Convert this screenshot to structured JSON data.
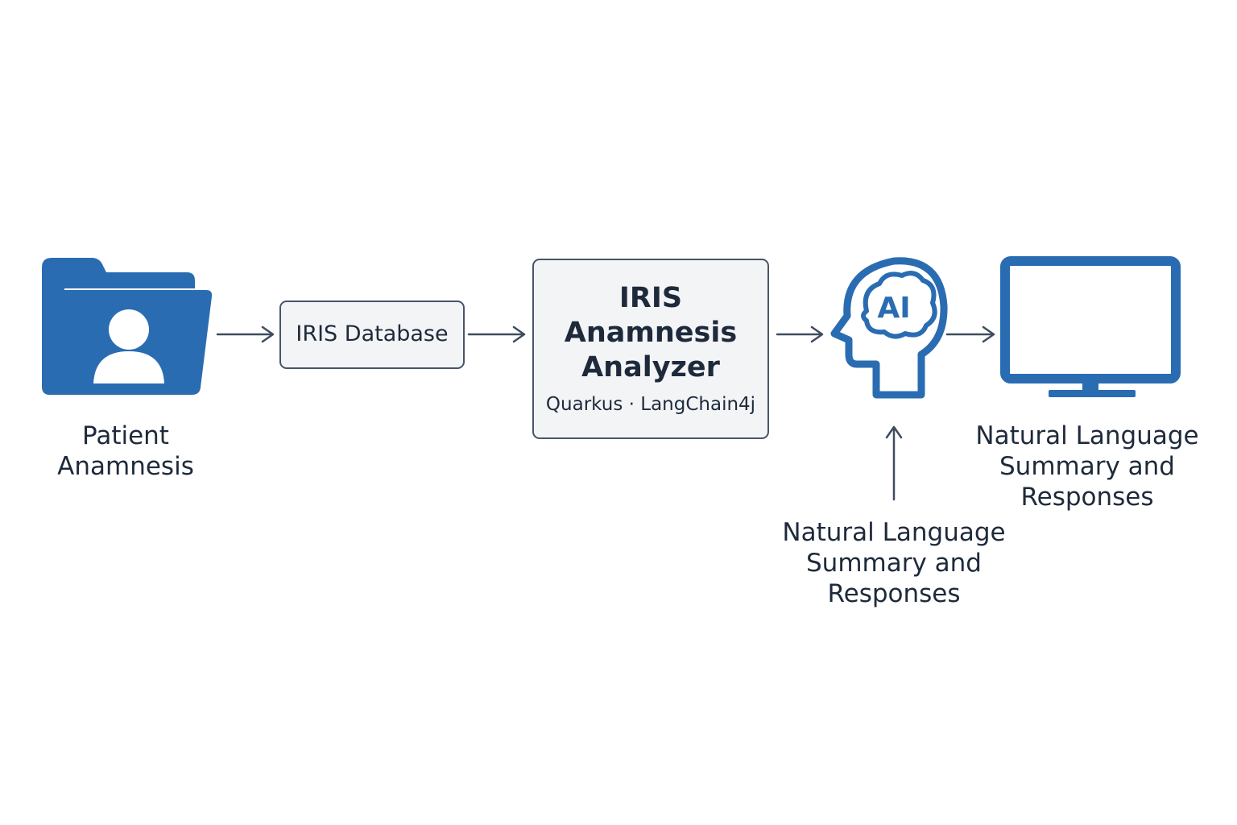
{
  "colors": {
    "icon_blue": "#2a6cb2",
    "arrow": "#3f4c5f",
    "box_fill": "#f3f4f6",
    "box_border": "#475569",
    "text": "#1e2a3b"
  },
  "nodes": {
    "patient": {
      "icon": "patient-folder-icon",
      "label": "Patient\nAnamnesis"
    },
    "database": {
      "label": "IRIS Database"
    },
    "analyzer": {
      "title": "IRIS\nAnamnesis\nAnalyzer",
      "subtitle": "Quarkus · LangChain4j"
    },
    "ai": {
      "icon": "ai-head-icon",
      "icon_text": "AI",
      "label": "Natural Language\nSummary and\nResponses"
    },
    "monitor": {
      "icon": "monitor-icon",
      "label": "Natural Language\nSummary and\nResponses"
    }
  },
  "edges": [
    {
      "from": "patient",
      "to": "database"
    },
    {
      "from": "database",
      "to": "analyzer"
    },
    {
      "from": "analyzer",
      "to": "ai"
    },
    {
      "from": "ai",
      "to": "monitor"
    },
    {
      "from": "ai-label",
      "to": "ai"
    }
  ]
}
